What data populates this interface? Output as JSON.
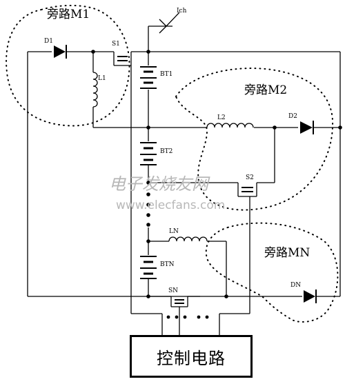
{
  "diagram": {
    "labels": {
      "ich": "Ich",
      "d1": "D1",
      "s1": "S1",
      "l1": "L1",
      "bt1": "BT1",
      "bt2": "BT2",
      "l2": "L2",
      "d2": "D2",
      "s2": "S2",
      "ln": "LN",
      "btn": "BTN",
      "sn": "SN",
      "dn": "DN"
    },
    "bypass": {
      "m1": "旁路M1",
      "m2": "旁路M2",
      "mn": "旁路MN"
    },
    "control_circuit": "控制电路",
    "watermark": {
      "cn": "电子发烧友网",
      "url": "www.elecfans.com"
    }
  }
}
